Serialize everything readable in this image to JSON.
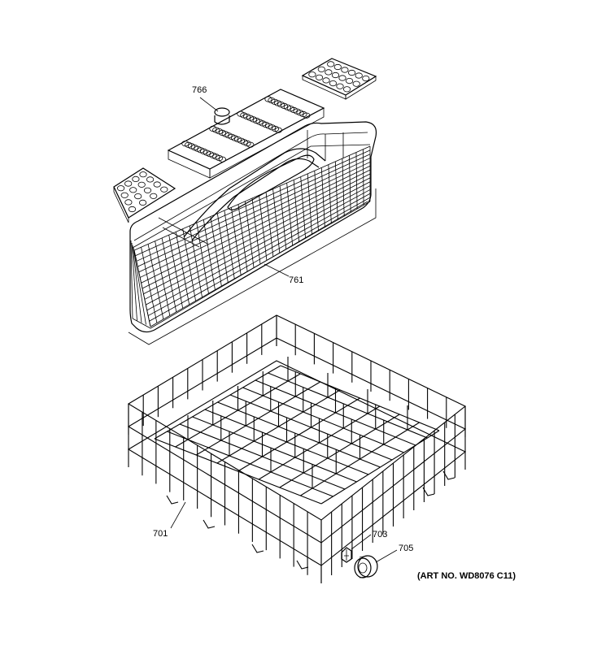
{
  "diagram": {
    "callouts": {
      "c766": "766",
      "c761": "761",
      "c701": "701",
      "c703": "703",
      "c705": "705"
    },
    "art_number": "(ART NO. WD8076 C11)"
  },
  "icons": {
    "basket_cover_center": "cutlery-basket-center-cover-icon",
    "basket_cover_right": "cutlery-basket-right-cover-icon",
    "basket_cover_left": "cutlery-basket-left-cover-icon",
    "cutlery_basket": "cutlery-basket-icon",
    "lower_rack": "lower-dish-rack-icon",
    "clip": "rack-clip-icon",
    "wheel": "rack-wheel-icon"
  }
}
